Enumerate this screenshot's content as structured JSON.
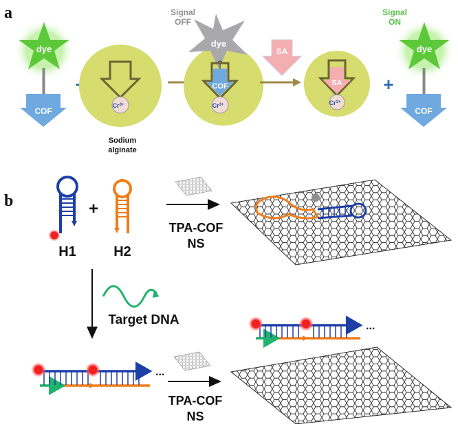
{
  "panel_a": {
    "letter": "a",
    "dye": "dye",
    "cof": "COF",
    "cr": "Cr",
    "cr_charge": "3+",
    "sodium_alginate_line1": "Sodium",
    "sodium_alginate_line2": "alginate",
    "signal_off_line1": "Signal",
    "signal_off_line2": "OFF",
    "signal_on_line1": "Signal",
    "signal_on_line2": "ON",
    "sa": "SA",
    "plus": "+"
  },
  "panel_b": {
    "letter": "b",
    "h1": "H1",
    "h2": "H2",
    "plus": "+",
    "tpa_cof_line1": "TPA-COF",
    "tpa_cof_line2": "NS",
    "target_dna": "Target DNA",
    "ellipsis": "..."
  },
  "colors": {
    "dye_star": "#5dc93a",
    "dye_star_glow": "#b8ef9a",
    "dye_star_off": "#a9a9ab",
    "cof_blue": "#6fa9df",
    "alginate_circle": "#d6dc6e",
    "sa_pink": "#f5aeb0",
    "arrow_olive": "#9e8a45",
    "cr_ball": "#f4dcd6",
    "plus_blue": "#2f6fb2",
    "signal_on_green": "#57c44b",
    "signal_off_gray": "#8f8f8f",
    "dna_blue": "#1e3ea8",
    "dna_orange": "#f07d1a",
    "dna_green": "#1fb36b",
    "fluor_red": "#ef2020"
  }
}
